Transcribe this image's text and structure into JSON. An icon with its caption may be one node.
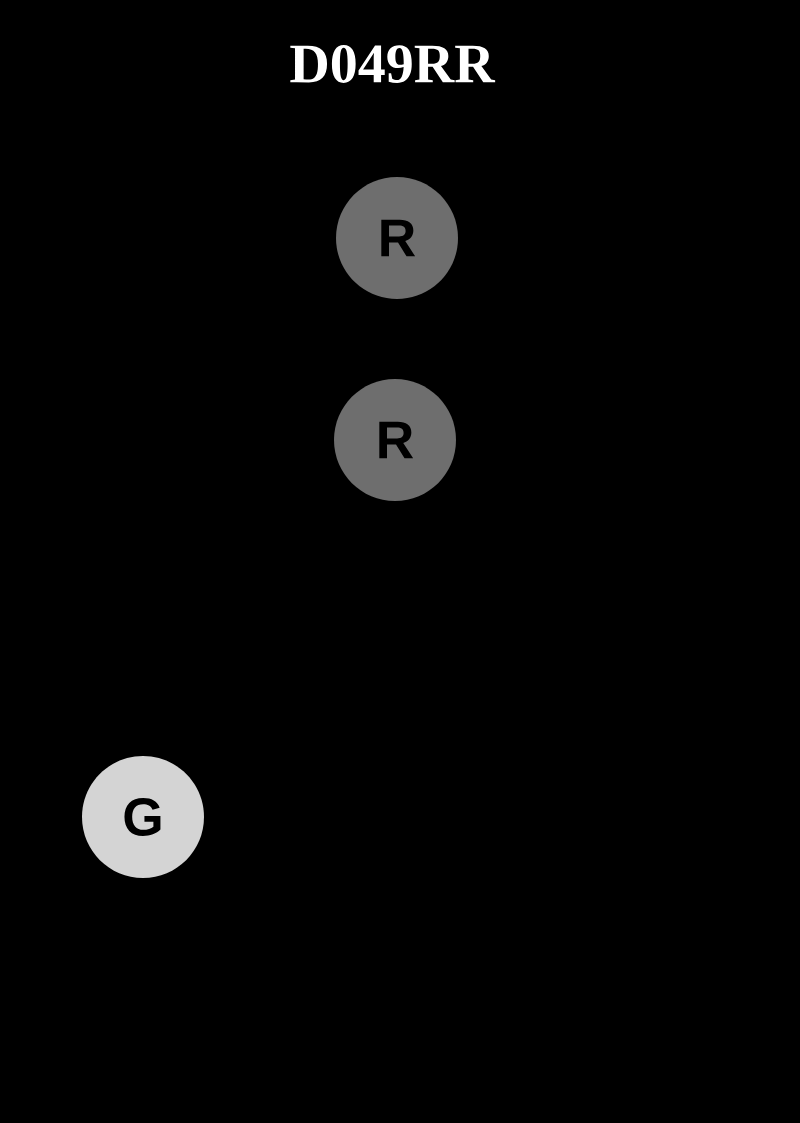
{
  "diagram": {
    "title": "D049RR",
    "nodes": [
      {
        "text": [
          "R"
        ]
      },
      {
        "text": [
          "R"
        ]
      },
      {
        "text": [
          "G"
        ]
      }
    ]
  }
}
